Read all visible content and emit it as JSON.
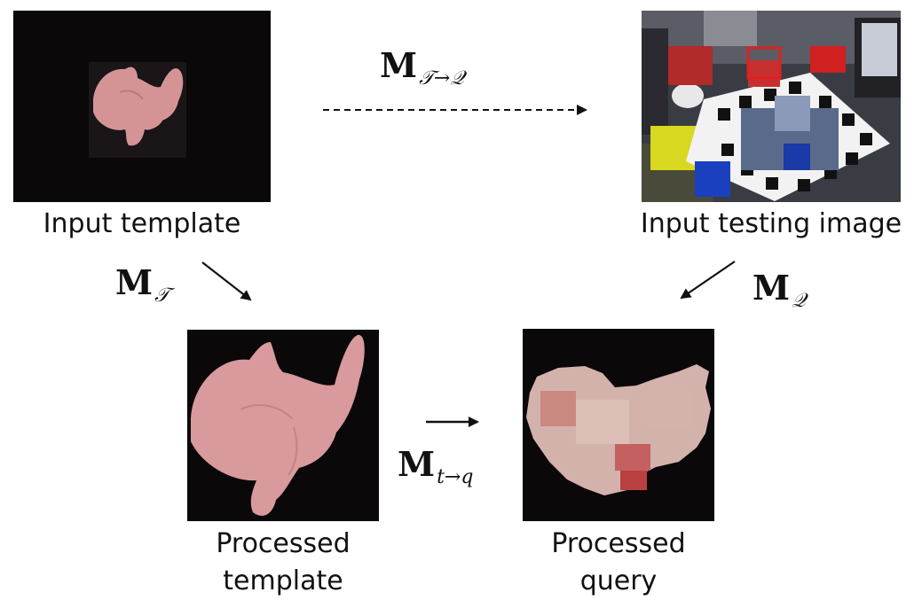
{
  "captions": {
    "input_template": "Input template",
    "input_testing_image": "Input testing image",
    "processed_template_line1": "Processed",
    "processed_template_line2": "template",
    "processed_query_line1": "Processed",
    "processed_query_line2": "query"
  },
  "labels": {
    "m_template_to_query": {
      "base": "M",
      "sub": "𝒯→𝒬"
    },
    "m_template": {
      "base": "M",
      "sub": "𝒯"
    },
    "m_query": {
      "base": "M",
      "sub": "𝒬"
    },
    "m_t_to_q": {
      "base": "M",
      "sub": "t→q"
    }
  },
  "colors": {
    "background": "#ffffff",
    "panel_black": "#0a0808",
    "object_pink": "#d89a9c",
    "detection_box": "#e02020",
    "arrow": "#111111"
  }
}
